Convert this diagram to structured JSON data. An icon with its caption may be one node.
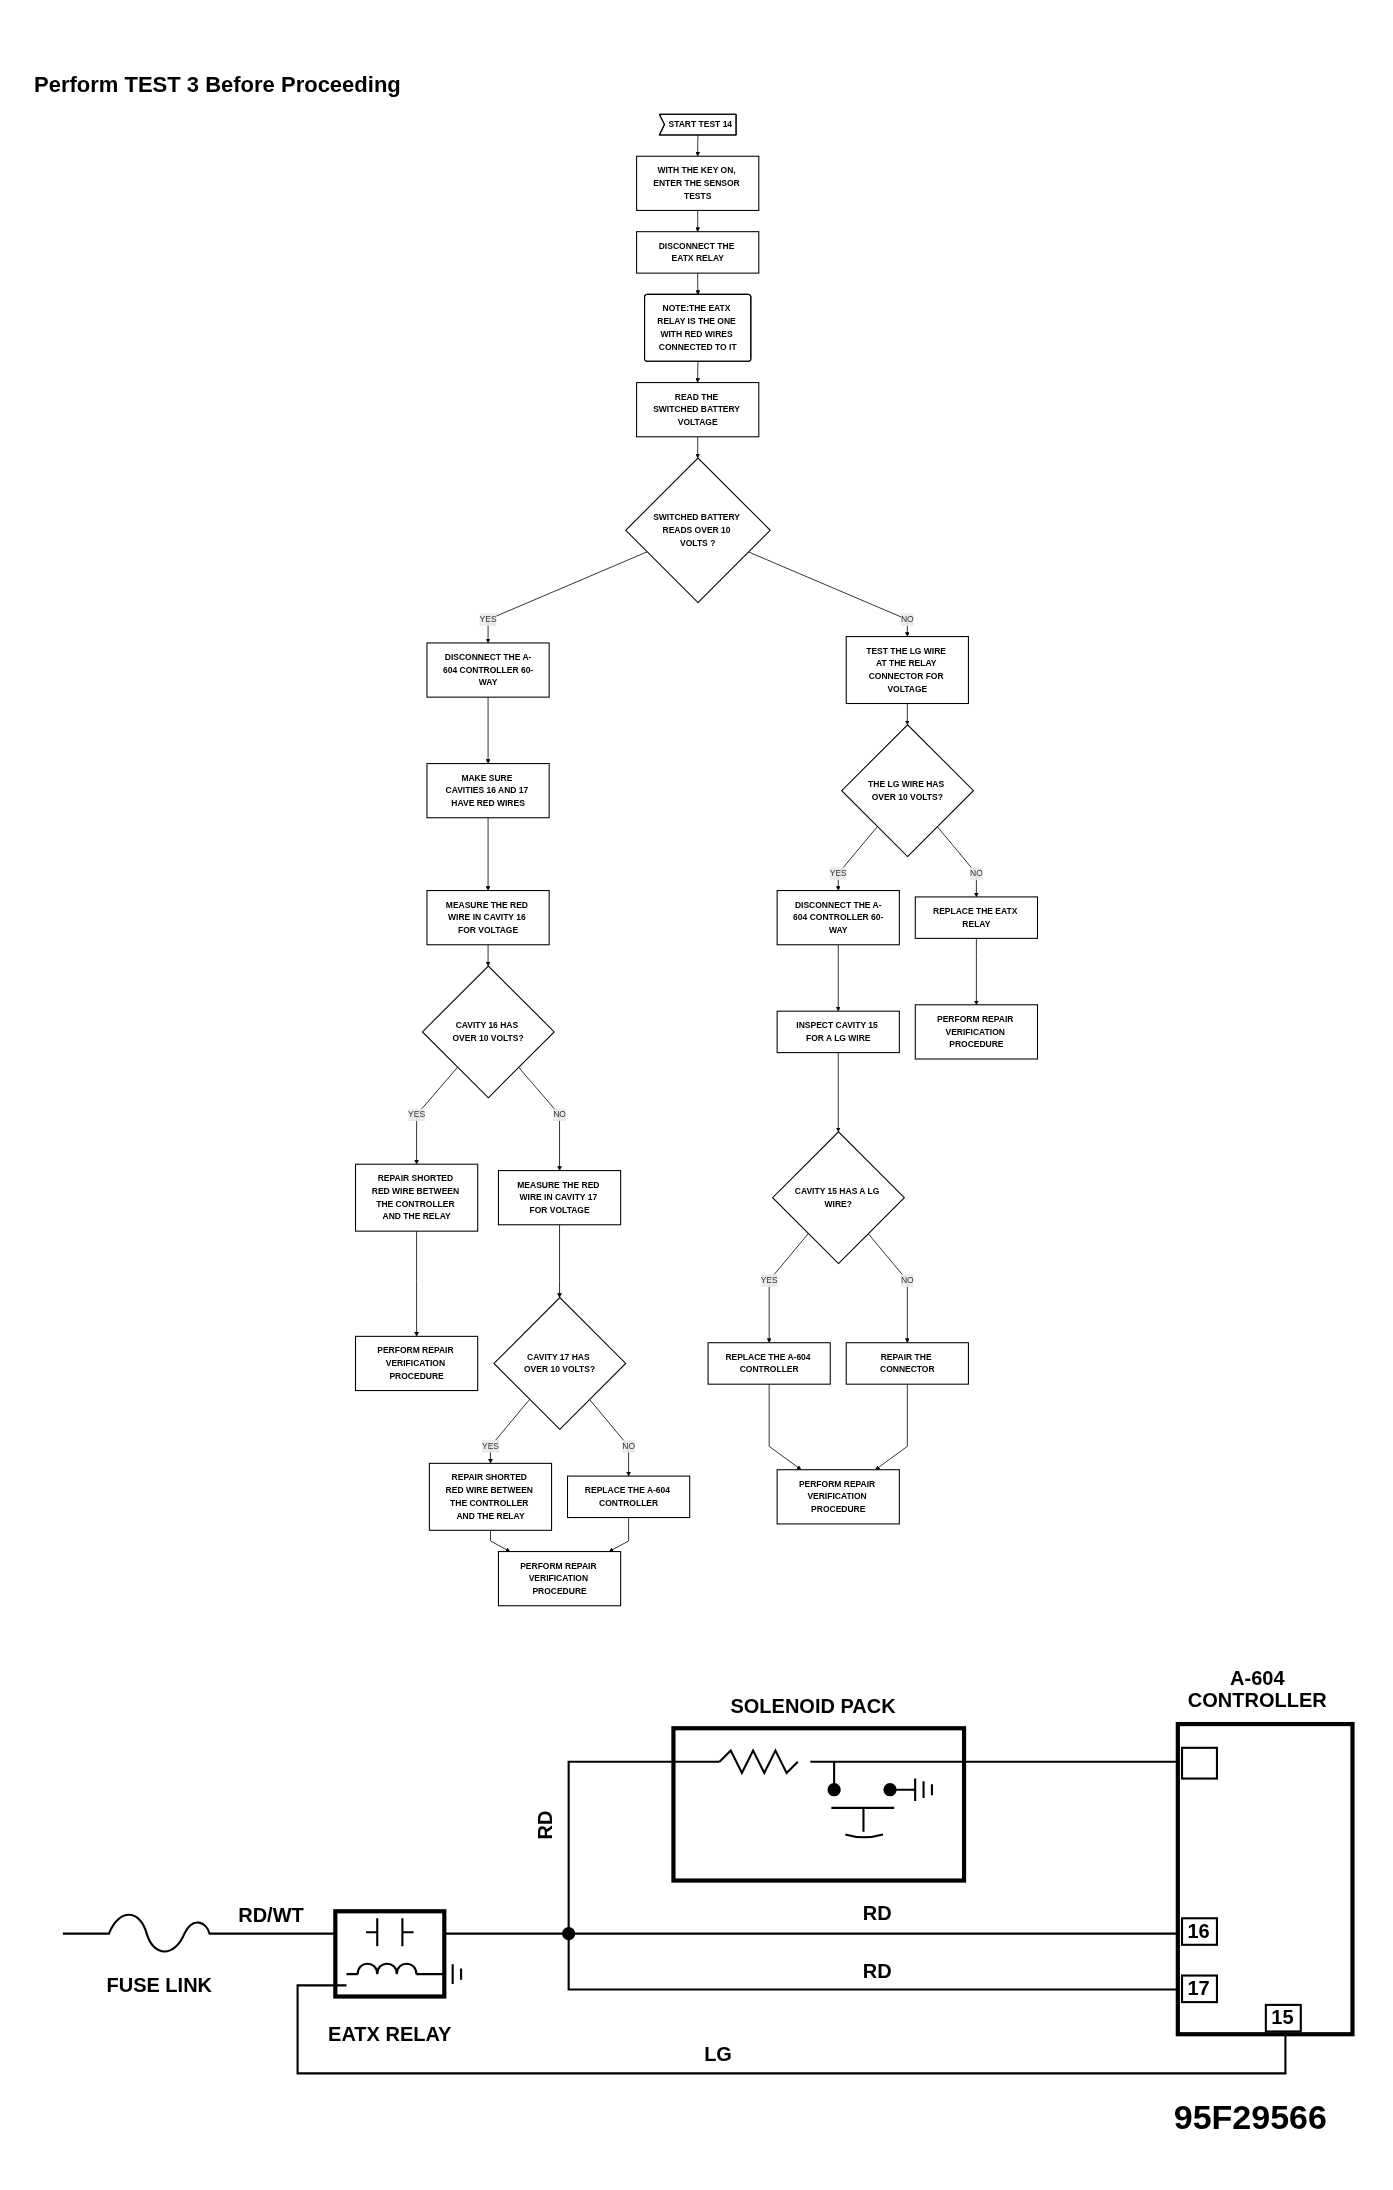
{
  "diagram": {
    "title": "Perform TEST 3 Before Proceeding",
    "nodes": [
      {
        "text": [
          "START TEST 14"
        ]
      },
      {
        "text": [
          "WITH THE KEY ON, ENTER THE SENSOR TESTS"
        ]
      },
      {
        "text": [
          "DISCONNECT THE EATX RELAY"
        ]
      },
      {
        "text": [
          "NOTE:THE EATX RELAY IS THE ONE WITH RED WIRES CONNECTED TO IT"
        ]
      },
      {
        "text": [
          "READ THE SWITCHED BATTERY VOLTAGE"
        ]
      },
      {
        "text": [
          "SWITCHED BATTERY READS OVER 10 VOLTS ?"
        ]
      },
      {
        "text": [
          "DISCONNECT THE A-604 CONTROLLER 60-WAY"
        ]
      },
      {
        "text": [
          "MAKE SURE CAVITIES 16 AND 17 HAVE RED WIRES"
        ]
      },
      {
        "text": [
          "MEASURE THE RED WIRE IN CAVITY 16 FOR VOLTAGE"
        ]
      },
      {
        "text": [
          "CAVITY 16 HAS OVER 10 VOLTS?"
        ]
      },
      {
        "text": [
          "REPAIR SHORTED RED WIRE BETWEEN THE CONTROLLER AND THE RELAY"
        ]
      },
      {
        "text": [
          "PERFORM REPAIR VERIFICATION PROCEDURE"
        ]
      },
      {
        "text": [
          "TEST THE LG WIRE AT THE RELAY CONNECTOR FOR VOLTAGE"
        ]
      },
      {
        "text": [
          "MEASURE THE RED WIRE IN CAVITY 17 FOR VOLTAGE"
        ]
      },
      {
        "text": [
          "DISCONNECT THE A-604 CONTROLLER 60-WAY"
        ]
      },
      {
        "text": [
          "THE LG WIRE HAS OVER 10 VOLTS?"
        ]
      },
      {
        "text": [
          "CAVITY 17 HAS OVER 10 VOLTS?"
        ]
      },
      {
        "text": [
          "REPAIR SHORTED RED WIRE BETWEEN THE CONTROLLER AND THE RELAY"
        ]
      },
      {
        "text": [
          "INSPECT CAVITY 15 FOR A LG WIRE"
        ]
      },
      {
        "text": [
          "REPLACE THE EATX RELAY"
        ]
      },
      {
        "text": [
          "REPLACE THE A-604 CONTROLLER"
        ]
      },
      {
        "text": [
          "PERFORM REPAIR VERIFICATION PROCEDURE"
        ]
      },
      {
        "text": [
          "CAVITY 15 HAS A LG WIRE?"
        ]
      },
      {
        "text": [
          "REPLACE THE A-604 CONTROLLER"
        ]
      },
      {
        "text": [
          "PERFORM REPAIR VERIFICATION PROCEDURE"
        ]
      },
      {
        "text": [
          "REPAIR THE CONNECTOR"
        ]
      },
      {
        "text": [
          "PERFORM REPAIR VERIFICATION PROCEDURE"
        ]
      }
    ],
    "edges": [
      {
        "from": 0,
        "to": 1,
        "arrow": "to"
      },
      {
        "from": 1,
        "to": 2,
        "arrow": "to"
      },
      {
        "from": 2,
        "to": 3,
        "arrow": "to"
      },
      {
        "from": 3,
        "to": 4,
        "arrow": "to"
      },
      {
        "from": 4,
        "to": 5,
        "arrow": "to"
      },
      {
        "from": 5,
        "to": 6,
        "arrow": "to",
        "label": "YES"
      },
      {
        "from": 6,
        "to": 7,
        "arrow": "to"
      },
      {
        "from": 7,
        "to": 8,
        "arrow": "to"
      },
      {
        "from": 8,
        "to": 9,
        "arrow": "to"
      },
      {
        "from": 9,
        "to": 10,
        "arrow": "to",
        "label": "YES"
      },
      {
        "from": 10,
        "to": 11,
        "arrow": "to"
      },
      {
        "from": 5,
        "to": 12,
        "arrow": "to",
        "label": "NO"
      },
      {
        "from": 9,
        "to": 13,
        "arrow": "to",
        "label": "NO"
      },
      {
        "from": 12,
        "to": 15,
        "arrow": "to"
      },
      {
        "from": 15,
        "to": 14,
        "arrow": "to",
        "label": "YES"
      },
      {
        "from": 13,
        "to": 16,
        "arrow": "to"
      },
      {
        "from": 16,
        "to": 17,
        "arrow": "to",
        "label": "YES"
      },
      {
        "from": 14,
        "to": 18,
        "arrow": "to"
      },
      {
        "from": 15,
        "to": 19,
        "arrow": "to",
        "label": "NO"
      },
      {
        "from": 16,
        "to": 20,
        "arrow": "to",
        "label": "NO"
      },
      {
        "from": 17,
        "to": 21,
        "arrow": "to"
      },
      {
        "from": 20,
        "to": 21,
        "arrow": "to"
      },
      {
        "from": 18,
        "to": 22,
        "arrow": "to"
      },
      {
        "from": 19,
        "to": 24,
        "arrow": "to"
      },
      {
        "from": 22,
        "to": 23,
        "arrow": "to",
        "label": "YES"
      },
      {
        "from": 22,
        "to": 25,
        "arrow": "to",
        "label": "NO"
      },
      {
        "from": 23,
        "to": 26,
        "arrow": "to"
      },
      {
        "from": 25,
        "to": 26,
        "arrow": "to"
      }
    ],
    "labels": [
      "A-604 CONTROLLER",
      "SOLENOID PACK",
      "RD",
      "RD/WT",
      "RD",
      "16",
      "FUSE LINK",
      "RD",
      "17",
      "15",
      "EATX RELAY",
      "LG",
      "95F29566"
    ]
  }
}
